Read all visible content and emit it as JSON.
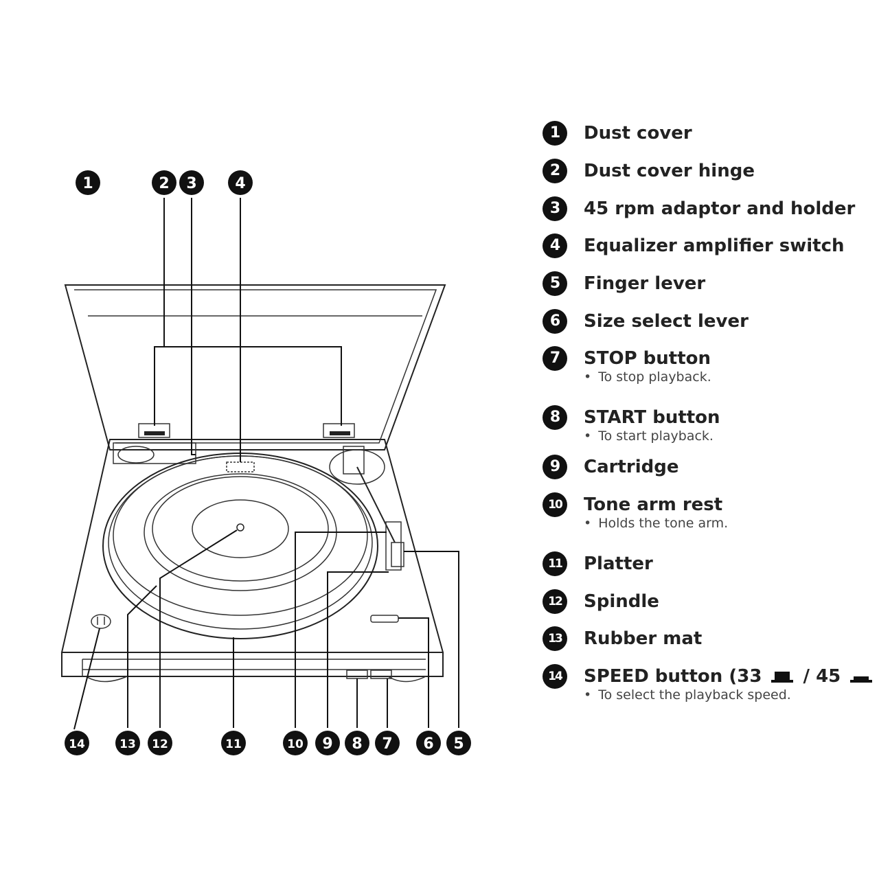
{
  "legend": [
    {
      "num": "1",
      "label": "Dust cover",
      "note": ""
    },
    {
      "num": "2",
      "label": "Dust cover hinge",
      "note": ""
    },
    {
      "num": "3",
      "label": "45 rpm adaptor and holder",
      "note": ""
    },
    {
      "num": "4",
      "label": "Equalizer amplifier switch",
      "note": ""
    },
    {
      "num": "5",
      "label": "Finger lever",
      "note": ""
    },
    {
      "num": "6",
      "label": "Size select lever",
      "note": ""
    },
    {
      "num": "7",
      "label": "STOP button",
      "note": "To stop playback."
    },
    {
      "num": "8",
      "label": "START button",
      "note": "To start playback."
    },
    {
      "num": "9",
      "label": "Cartridge",
      "note": ""
    },
    {
      "num": "10",
      "label": "Tone arm rest",
      "note": "Holds the tone arm."
    },
    {
      "num": "11",
      "label": "Platter",
      "note": ""
    },
    {
      "num": "12",
      "label": "Spindle",
      "note": ""
    },
    {
      "num": "13",
      "label": "Rubber mat",
      "note": ""
    },
    {
      "num": "14",
      "label": "SPEED button (33",
      "label_mid": " / 45",
      "label_end": " )",
      "note": "To select the playback speed."
    }
  ],
  "callouts": {
    "top": [
      "1",
      "2",
      "3",
      "4"
    ],
    "bottom": [
      "14",
      "13",
      "12",
      "11",
      "10",
      "9",
      "8",
      "7",
      "6",
      "5"
    ]
  }
}
